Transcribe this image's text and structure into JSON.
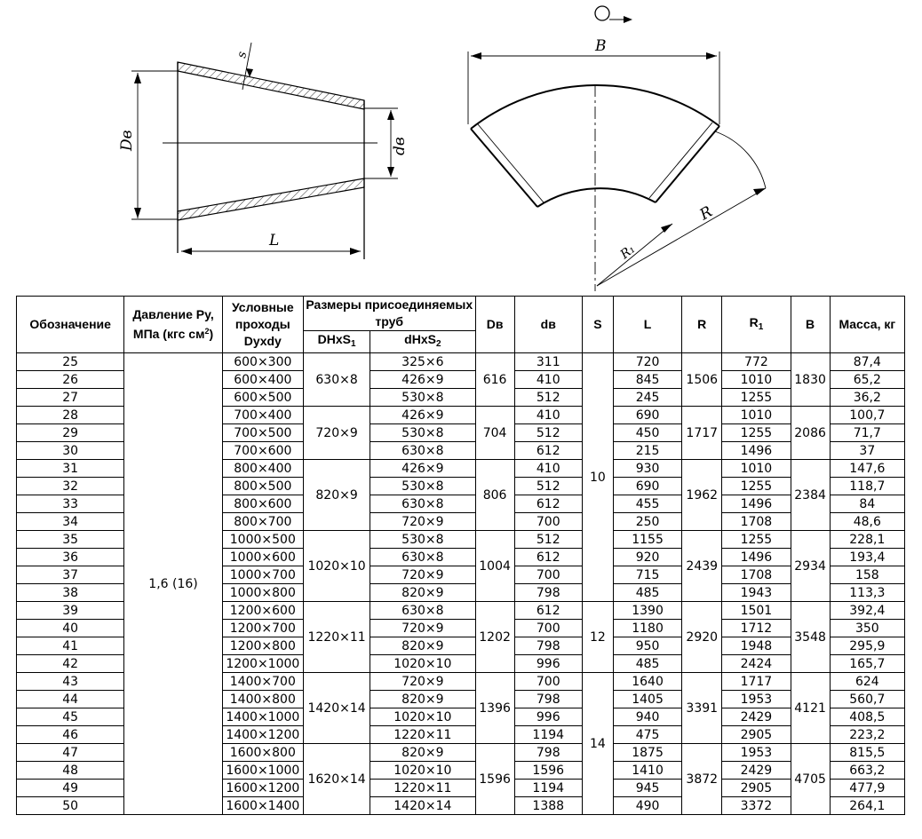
{
  "drawing": {
    "labels": {
      "s": "s",
      "Dv": "Dв",
      "dv": "dв",
      "L": "L",
      "B": "B",
      "R": "R",
      "R1": "R₁"
    }
  },
  "table": {
    "headers": {
      "designation": "Обозначение",
      "pressure_line1": "Давление Ру,",
      "pressure_line2": "МПа (кгс см",
      "pressure_sup": "2",
      "pressure_close": ")",
      "nominal": "Условные проходы Dyxdy",
      "sizes": "Размеры присоединяемых труб",
      "DHxS1": "DHxS",
      "DHxS1_sub": "1",
      "dHxS2": "dHxS",
      "dHxS2_sub": "2",
      "Dv": "Dв",
      "dv": "dв",
      "S": "S",
      "L": "L",
      "R": "R",
      "R1": "R",
      "R1_sub": "1",
      "B": "B",
      "mass": "Масса, кг"
    },
    "pressure": "1,6 (16)",
    "rows": [
      {
        "id": "25",
        "dy": "600×300",
        "dh2": "325×6",
        "dv": "311",
        "L": "720",
        "R1": "772",
        "mass": "87,4"
      },
      {
        "id": "26",
        "dy": "600×400",
        "dh2": "426×9",
        "dv": "410",
        "L": "845",
        "R1": "1010",
        "mass": "65,2"
      },
      {
        "id": "27",
        "dy": "600×500",
        "dh2": "530×8",
        "dv": "512",
        "L": "245",
        "R1": "1255",
        "mass": "36,2"
      },
      {
        "id": "28",
        "dy": "700×400",
        "dh2": "426×9",
        "dv": "410",
        "L": "690",
        "R1": "1010",
        "mass": "100,7"
      },
      {
        "id": "29",
        "dy": "700×500",
        "dh2": "530×8",
        "dv": "512",
        "L": "450",
        "R1": "1255",
        "mass": "71,7"
      },
      {
        "id": "30",
        "dy": "700×600",
        "dh2": "630×8",
        "dv": "612",
        "L": "215",
        "R1": "1496",
        "mass": "37"
      },
      {
        "id": "31",
        "dy": "800×400",
        "dh2": "426×9",
        "dv": "410",
        "L": "930",
        "R1": "1010",
        "mass": "147,6"
      },
      {
        "id": "32",
        "dy": "800×500",
        "dh2": "530×8",
        "dv": "512",
        "L": "690",
        "R1": "1255",
        "mass": "118,7"
      },
      {
        "id": "33",
        "dy": "800×600",
        "dh2": "630×8",
        "dv": "612",
        "L": "455",
        "R1": "1496",
        "mass": "84"
      },
      {
        "id": "34",
        "dy": "800×700",
        "dh2": "720×9",
        "dv": "700",
        "L": "250",
        "R1": "1708",
        "mass": "48,6"
      },
      {
        "id": "35",
        "dy": "1000×500",
        "dh2": "530×8",
        "dv": "512",
        "L": "1155",
        "R1": "1255",
        "mass": "228,1"
      },
      {
        "id": "36",
        "dy": "1000×600",
        "dh2": "630×8",
        "dv": "612",
        "L": "920",
        "R1": "1496",
        "mass": "193,4"
      },
      {
        "id": "37",
        "dy": "1000×700",
        "dh2": "720×9",
        "dv": "700",
        "L": "715",
        "R1": "1708",
        "mass": "158"
      },
      {
        "id": "38",
        "dy": "1000×800",
        "dh2": "820×9",
        "dv": "798",
        "L": "485",
        "R1": "1943",
        "mass": "113,3"
      },
      {
        "id": "39",
        "dy": "1200×600",
        "dh2": "630×8",
        "dv": "612",
        "L": "1390",
        "R1": "1501",
        "mass": "392,4"
      },
      {
        "id": "40",
        "dy": "1200×700",
        "dh2": "720×9",
        "dv": "700",
        "L": "1180",
        "R1": "1712",
        "mass": "350"
      },
      {
        "id": "41",
        "dy": "1200×800",
        "dh2": "820×9",
        "dv": "798",
        "L": "950",
        "R1": "1948",
        "mass": "295,9"
      },
      {
        "id": "42",
        "dy": "1200×1000",
        "dh2": "1020×10",
        "dv": "996",
        "L": "485",
        "R1": "2424",
        "mass": "165,7"
      },
      {
        "id": "43",
        "dy": "1400×700",
        "dh2": "720×9",
        "dv": "700",
        "L": "1640",
        "R1": "1717",
        "mass": "624"
      },
      {
        "id": "44",
        "dy": "1400×800",
        "dh2": "820×9",
        "dv": "798",
        "L": "1405",
        "R1": "1953",
        "mass": "560,7"
      },
      {
        "id": "45",
        "dy": "1400×1000",
        "dh2": "1020×10",
        "dv": "996",
        "L": "940",
        "R1": "2429",
        "mass": "408,5"
      },
      {
        "id": "46",
        "dy": "1400×1200",
        "dh2": "1220×11",
        "dv": "1194",
        "L": "475",
        "R1": "2905",
        "mass": "223,2"
      },
      {
        "id": "47",
        "dy": "1600×800",
        "dh2": "820×9",
        "dv": "798",
        "L": "1875",
        "R1": "1953",
        "mass": "815,5"
      },
      {
        "id": "48",
        "dy": "1600×1000",
        "dh2": "1020×10",
        "dv": "1596",
        "L": "1410",
        "R1": "2429",
        "mass": "663,2"
      },
      {
        "id": "49",
        "dy": "1600×1200",
        "dh2": "1220×11",
        "dv": "1194",
        "L": "945",
        "R1": "2905",
        "mass": "477,9"
      },
      {
        "id": "50",
        "dy": "1600×1400",
        "dh2": "1420×14",
        "dv": "1388",
        "L": "490",
        "R1": "3372",
        "mass": "264,1"
      }
    ],
    "groups": [
      {
        "DH": "630×8",
        "Dv": "616",
        "R": "1506",
        "B": "1830"
      },
      {
        "DH": "720×9",
        "Dv": "704",
        "R": "1717",
        "B": "2086"
      },
      {
        "DH": "820×9",
        "Dv": "806",
        "R": "1962",
        "B": "2384"
      },
      {
        "DH": "1020×10",
        "Dv": "1004",
        "R": "2439",
        "B": "2934"
      },
      {
        "DH": "1220×11",
        "Dv": "1202",
        "R": "2920",
        "B": "3548"
      },
      {
        "DH": "1420×14",
        "Dv": "1396",
        "R": "3391",
        "B": "4121"
      },
      {
        "DH": "1620×14",
        "Dv": "1596",
        "R": "3872",
        "B": "4705"
      }
    ],
    "S_groups": [
      "10",
      "12",
      "14"
    ]
  }
}
